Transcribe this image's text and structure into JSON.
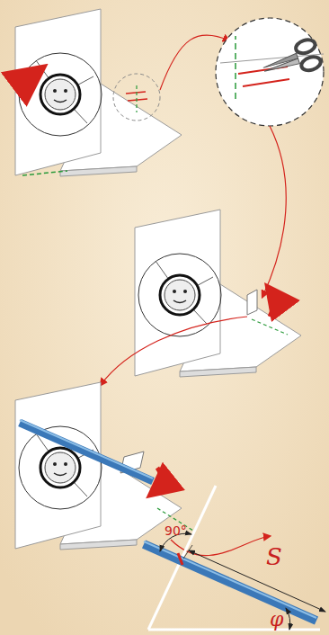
{
  "diagram": {
    "labels": [
      "90°",
      "S",
      "φ"
    ]
  }
}
